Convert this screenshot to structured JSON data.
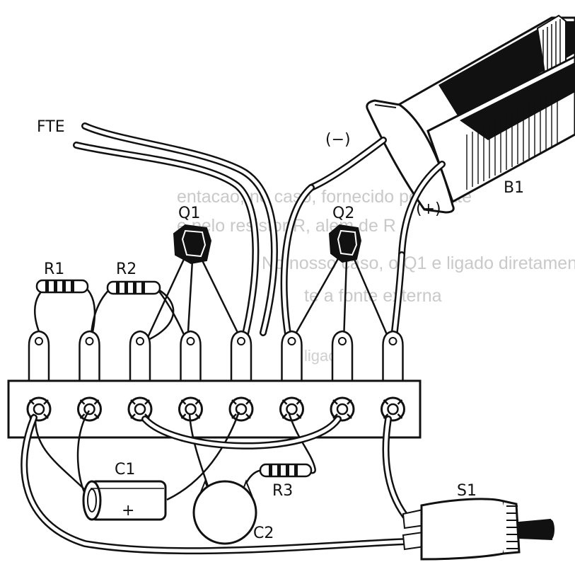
{
  "diagram": {
    "labels": {
      "source": "FTE",
      "battery": "B1",
      "battery_negative": "(−)",
      "battery_positive": "(+)",
      "q1": "Q1",
      "q2": "Q2",
      "r1": "R1",
      "r2": "R2",
      "r3": "R3",
      "c1": "C1",
      "c1_polarity": "+",
      "c2": "C2",
      "s1": "S1"
    },
    "terminal_strip": {
      "terminal_count": 8
    },
    "background_text": [
      "entacao, no caso, fornecido pela bate",
      "e pelo resistor R, alem de R",
      "No nosso caso, o Q1 e ligado diretamen",
      "te a fonte externa",
      "ligacao"
    ]
  },
  "colors": {
    "ink": "#111111",
    "paper": "#ffffff",
    "bleed": "#c9c9c9"
  }
}
